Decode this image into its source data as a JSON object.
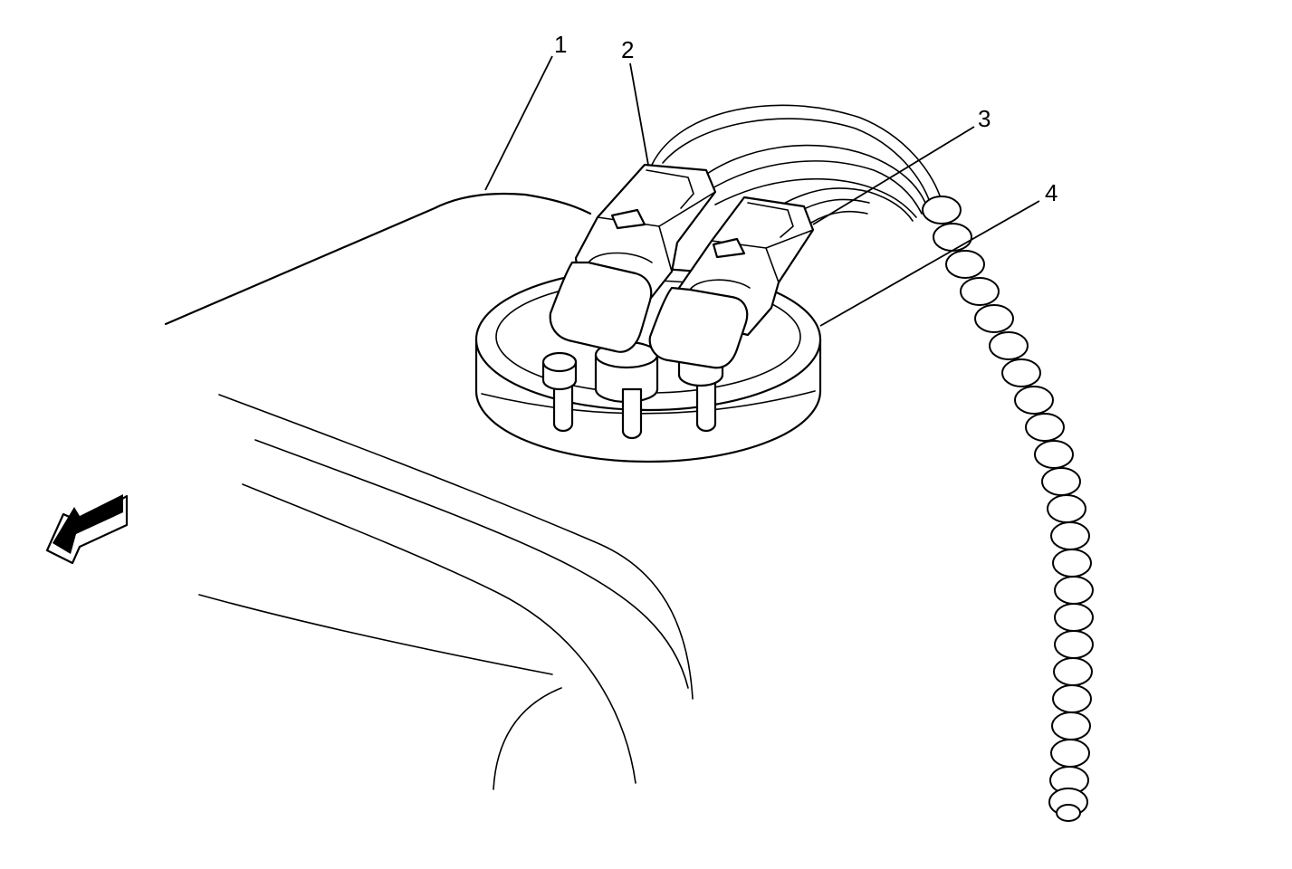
{
  "callouts": [
    {
      "id": 1,
      "label": "1"
    },
    {
      "id": 2,
      "label": "2"
    },
    {
      "id": 3,
      "label": "3"
    },
    {
      "id": 4,
      "label": "4"
    }
  ],
  "colors": {
    "line": "#000000",
    "background": "#ffffff"
  },
  "icons": {
    "direction_arrow": "front-direction-arrow-icon"
  }
}
